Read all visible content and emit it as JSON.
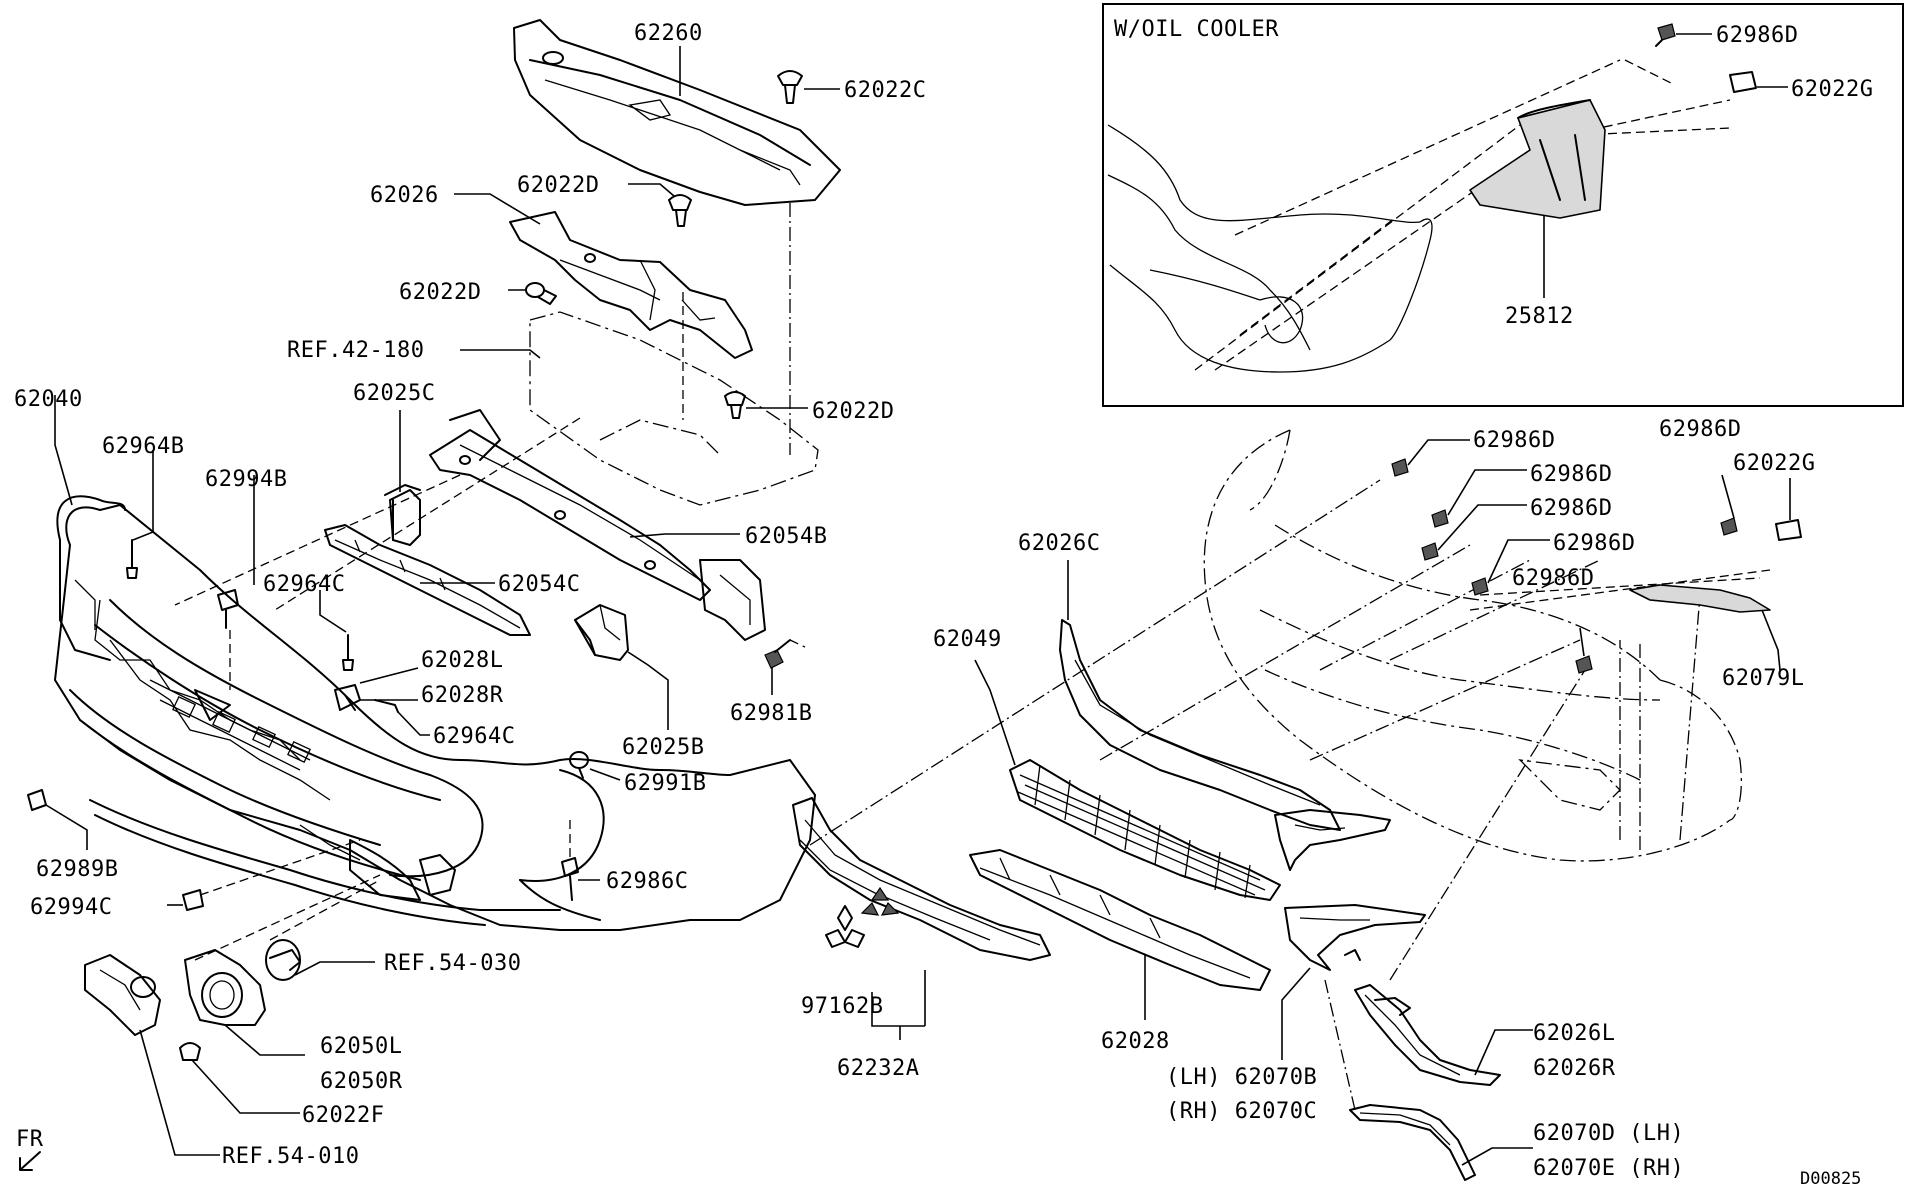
{
  "inset": {
    "title": "W/OIL COOLER"
  },
  "labels": {
    "p62260": "62260",
    "p62022C": "62022C",
    "p62022D_a": "62022D",
    "p62026": "62026",
    "p62022D_b": "62022D",
    "ref42_180": "REF.42-180",
    "p62022D_c": "62022D",
    "p62040": "62040",
    "p62025C": "62025C",
    "p62964B": "62964B",
    "p62994B": "62994B",
    "p62054B": "62054B",
    "p62964C_a": "62964C",
    "p62054C": "62054C",
    "p62028L": "62028L",
    "p62028R": "62028R",
    "p62964C_b": "62964C",
    "p62025B": "62025B",
    "p62981B": "62981B",
    "p62991B": "62991B",
    "p62989B": "62989B",
    "p62986C": "62986C",
    "p62994C": "62994C",
    "ref54_030": "REF.54-030",
    "p62050L": "62050L",
    "p62050R": "62050R",
    "p62022F": "62022F",
    "ref54_010": "REF.54-010",
    "fr": "FR",
    "p62986D_top": "62986D",
    "p62022G_top": "62022G",
    "p25812": "25812",
    "p62986D_1": "62986D",
    "p62986D_2": "62986D",
    "p62986D_3": "62986D",
    "p62986D_4": "62986D",
    "p62986D_5": "62986D",
    "p62986D_6": "62986D",
    "p62022G": "62022G",
    "p62026C": "62026C",
    "p62079L": "62079L",
    "p62049": "62049",
    "p97162B": "97162B",
    "p62232A": "62232A",
    "p62028": "62028",
    "p62070B": "(LH) 62070B",
    "p62070C": "(RH) 62070C",
    "p62026L": "62026L",
    "p62026R": "62026R",
    "p62070D": "62070D (LH)",
    "p62070E": "62070E (RH)",
    "code": "D00825"
  }
}
